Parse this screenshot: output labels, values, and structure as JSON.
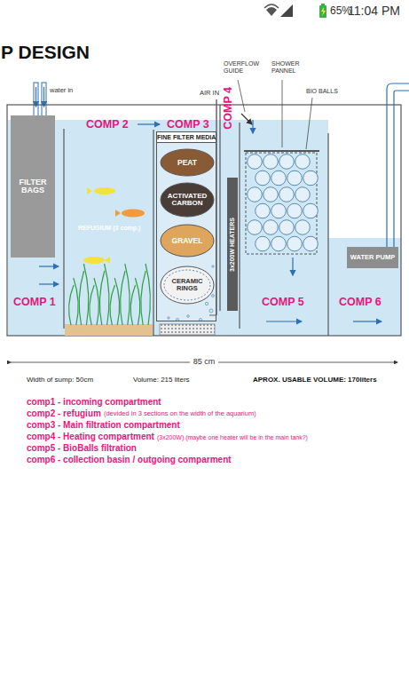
{
  "diagram": {
    "title": "P DESIGN",
    "nodes": [
      {
        "text": [
          "FILTER BAGS"
        ]
      },
      {
        "text": [
          "FINE FILTER MEDIA"
        ]
      },
      {
        "text": [
          "PEAT"
        ],
        "in": 1
      },
      {
        "text": [
          "ACTIVATED CARBON"
        ],
        "in": 1
      },
      {
        "text": [
          "GRAVEL"
        ],
        "in": 1
      },
      {
        "text": [
          "CERAMIC RINGS"
        ],
        "in": 1
      },
      {
        "text": [
          "3x200W HEATERS"
        ]
      },
      {
        "text": [
          "WATER PUMP"
        ]
      }
    ],
    "labels": [
      "65%",
      "11:04 PM",
      "water in",
      "AIR IN",
      "OVERFLOW GUIDE",
      "SHOWER PANNEL",
      "BIO BALLS",
      "COMP 2",
      "COMP 3",
      "COMP 4",
      "REFUGIUM (3 comp.)",
      "COMP 1",
      "COMP 5",
      "COMP 6",
      "85 cm",
      "Width of sump: 50cm",
      "Volume: 215 liters",
      "APROX. USABLE VOLUME: 170liters",
      "comp1 - incoming compartment",
      "comp2 - refugium",
      "(devided in 3 sections on the width of the aquarium)",
      "comp3 - Main filtration compartment",
      "comp4 - Heating compartment",
      "(3x200W) (maybe one heater will be in the main tank?)",
      "comp5 - BioBalls filtration",
      "comp6 - collection basin / outgoing comparment"
    ]
  }
}
